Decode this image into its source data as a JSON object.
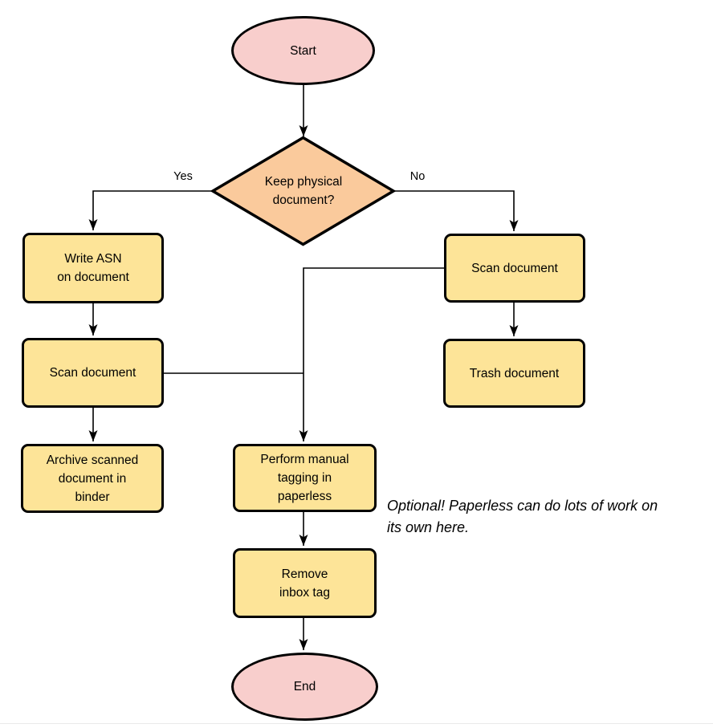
{
  "diagram": {
    "type": "flowchart",
    "nodes": {
      "start": {
        "shape": "terminator",
        "lines": [
          "Start"
        ]
      },
      "decision": {
        "shape": "decision",
        "lines": [
          "Keep physical",
          "document?"
        ]
      },
      "write_asn": {
        "shape": "process",
        "lines": [
          "Write ASN",
          "on document"
        ]
      },
      "scan_left": {
        "shape": "process",
        "lines": [
          "Scan document"
        ]
      },
      "archive": {
        "shape": "process",
        "lines": [
          "Archive scanned",
          "document in",
          "binder"
        ]
      },
      "scan_right": {
        "shape": "process",
        "lines": [
          "Scan document"
        ]
      },
      "trash": {
        "shape": "process",
        "lines": [
          "Trash document"
        ]
      },
      "tagging": {
        "shape": "process",
        "lines": [
          "Perform manual",
          "tagging in",
          "paperless"
        ]
      },
      "remove_inbox": {
        "shape": "process",
        "lines": [
          "Remove",
          "inbox tag"
        ]
      },
      "end": {
        "shape": "terminator",
        "lines": [
          "End"
        ]
      }
    },
    "edge_labels": {
      "yes": "Yes",
      "no": "No"
    },
    "note": {
      "lines": [
        "Optional! Paperless can do lots of work on",
        "its own here."
      ]
    },
    "edges": [
      "start -> decision",
      "decision -Yes-> write_asn",
      "write_asn -> scan_left",
      "scan_left -> archive",
      "decision -No-> scan_right",
      "scan_right -> trash",
      "scan_right -> tagging",
      "scan_left -> tagging",
      "tagging -> remove_inbox",
      "remove_inbox -> end"
    ],
    "colors": {
      "terminator_fill": "#F8CECC",
      "decision_fill": "#FACA9C",
      "process_fill": "#FDE498",
      "stroke": "#000000"
    }
  }
}
